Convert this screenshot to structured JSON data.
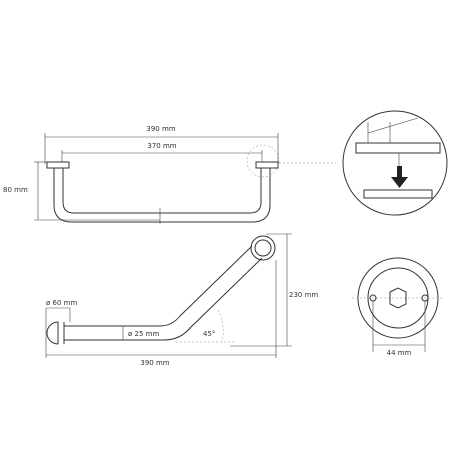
{
  "colors": {
    "line": "#333333",
    "background": "#ffffff"
  },
  "top_view": {
    "overall_width": "390 mm",
    "inner_width": "370 mm",
    "depth": "80 mm"
  },
  "angled_view": {
    "flange_diameter": "ø 60 mm",
    "tube_diameter": "ø 25 mm",
    "angle": "45°",
    "height": "230 mm",
    "overall_width": "390 mm"
  },
  "flange_view": {
    "hole_spacing": "44 mm"
  },
  "detail_view": {
    "arrow_icon": "arrow-down-icon"
  }
}
